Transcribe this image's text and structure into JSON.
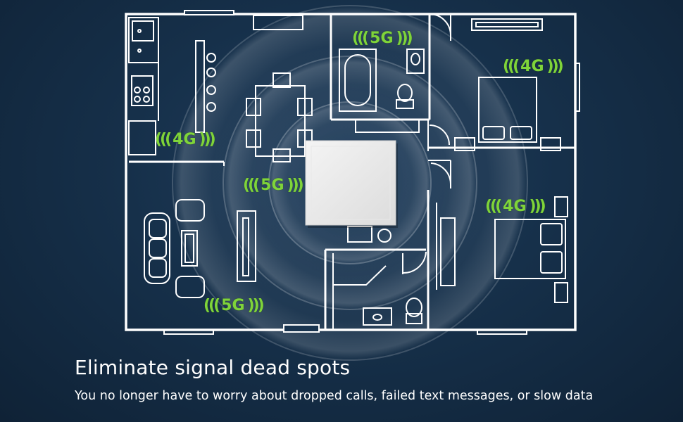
{
  "badges": [
    {
      "id": "top-bath",
      "label": "5G"
    },
    {
      "id": "right-bedroom",
      "label": "4G"
    },
    {
      "id": "left-kitchen",
      "label": "4G"
    },
    {
      "id": "center",
      "label": "5G"
    },
    {
      "id": "right-bedroom-2",
      "label": "4G"
    },
    {
      "id": "bottom-living",
      "label": "5G"
    }
  ],
  "headline": "Eliminate signal dead spots",
  "subline": "You no longer have to worry about dropped calls, failed text messages, or slow data",
  "colors": {
    "background": "#16304a",
    "wall": "#ffffff",
    "signal_green": "#7fd43a",
    "text": "#ffffff"
  },
  "icons": [
    "wifi-wave-icon",
    "signal-booster-icon"
  ]
}
